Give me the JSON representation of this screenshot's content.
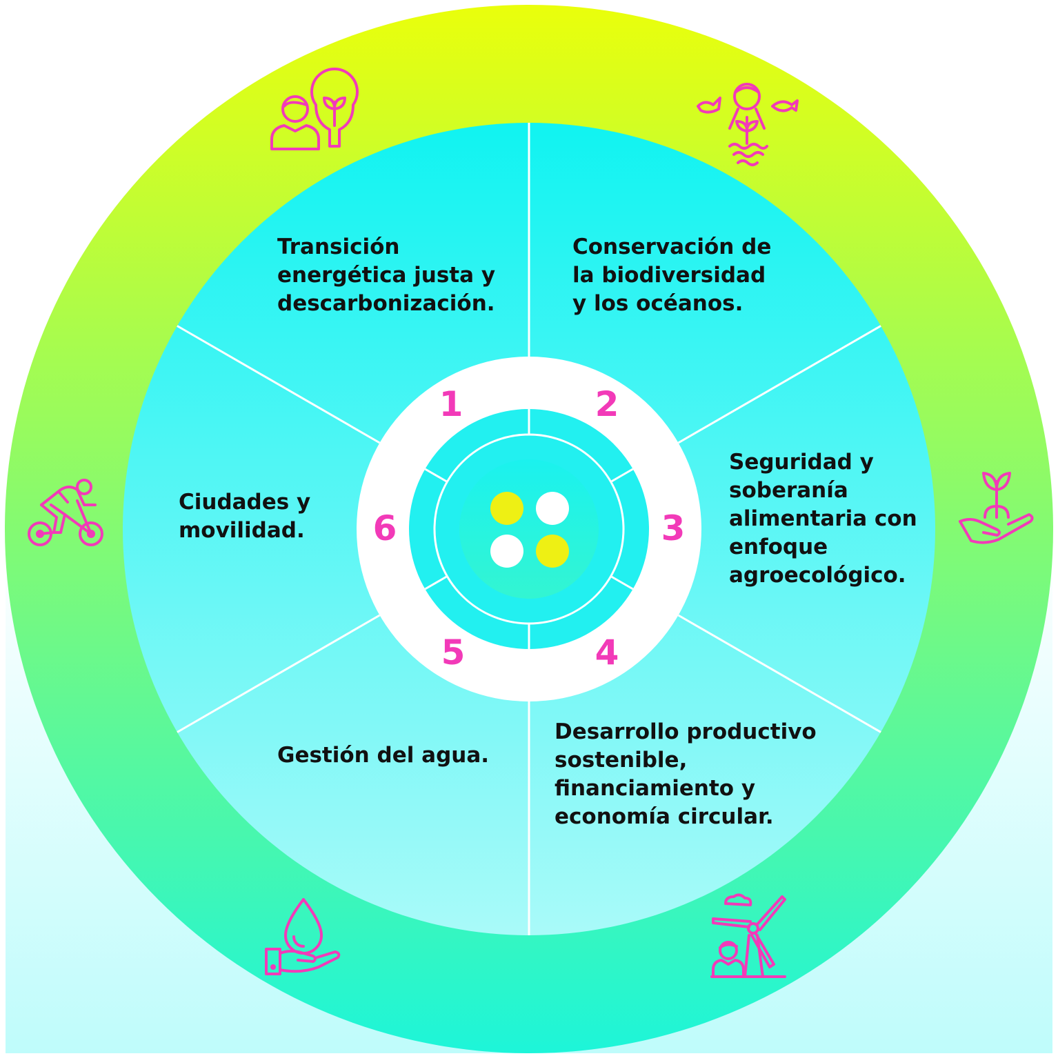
{
  "colors": {
    "ring_top": "#eaff0b",
    "ring_bottom": "#1df5d9",
    "inner_top": "#10f3f1",
    "inner_bottom": "#a9faf9",
    "background_bottom": "#bffcfb",
    "accent": "#f23ab8",
    "divider": "#ffffff",
    "dot_yellow": "#eef014",
    "dot_white": "#ffffff"
  },
  "sectors": [
    {
      "number": "1",
      "label": "Transición\nenergética justa y\ndescarbonización.",
      "icon": "person-lightbulb-plant-icon"
    },
    {
      "number": "2",
      "label": "Conservación de\nla biodiversidad\ny los océanos.",
      "icon": "person-bird-fish-water-icon"
    },
    {
      "number": "3",
      "label": "Seguridad y\nsoberanía\nalimentaria con\nenfoque\nagroecológico.",
      "icon": "hand-sprout-icon"
    },
    {
      "number": "4",
      "label": "Desarrollo productivo\nsostenible,\nfinanciamiento y\neconomía circular.",
      "icon": "wind-turbine-worker-icon"
    },
    {
      "number": "5",
      "label": "Gestión del agua.",
      "icon": "hand-water-drop-icon"
    },
    {
      "number": "6",
      "label": "Ciudades y\nmovilidad.",
      "icon": "cyclist-icon"
    }
  ]
}
